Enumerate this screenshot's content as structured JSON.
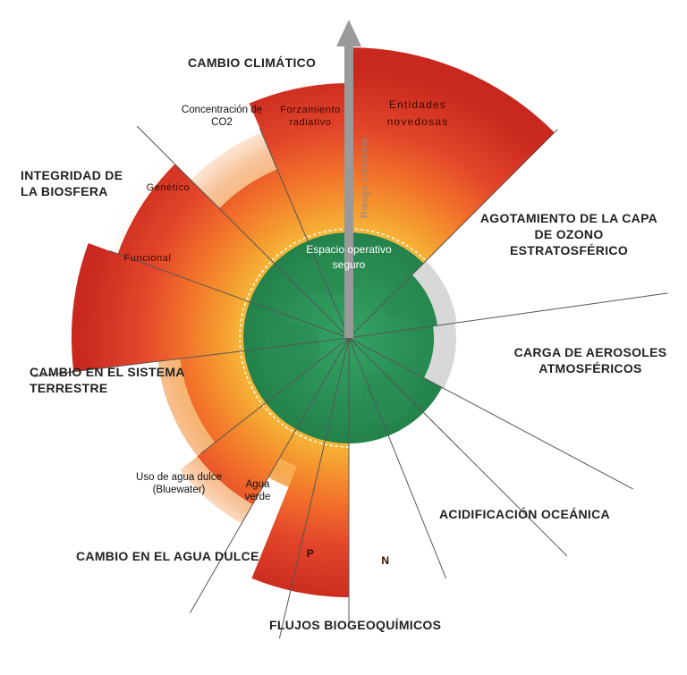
{
  "center": {
    "label_line1": "Espacio operativo",
    "label_line2": "seguro"
  },
  "arrow_label": "Riesgo creciente",
  "categories": {
    "climate": "CAMBIO CLIMÁTICO",
    "biosphere_1": "INTEGRIDAD DE",
    "biosphere_2": "LA BIOSFERA",
    "land_1": "CAMBIO EN EL SISTEMA",
    "land_2": "TERRESTRE",
    "freshwater": "CAMBIO EN EL AGUA DULCE",
    "biogeo": "FLUJOS BIOGEOQUÍMICOS",
    "ocean": "ACIDIFICACIÓN OCEÁNICA",
    "aerosols_1": "CARGA DE AEROSOLES",
    "aerosols_2": "ATMOSFÉRICOS",
    "ozone_1": "AGOTAMIENTO DE LA CAPA",
    "ozone_2": "DE OZONO",
    "ozone_3": "ESTRATOSFÉRICO"
  },
  "segment_labels": {
    "co2_1": "Concentración de",
    "co2_2": "CO2",
    "forcing_1": "Forzamiento",
    "forcing_2": "radiativo",
    "novel_1": "Entidades",
    "novel_2": "novedosas",
    "genetic": "Genético",
    "functional": "Funcional",
    "bluewater_1": "Uso de agua dulce",
    "bluewater_2": "(Bluewater)",
    "greenwater_1": "Agua",
    "greenwater_2": "verde",
    "p": "P",
    "n": "N"
  },
  "colors": {
    "safe_green": "#2e9a5a",
    "zone_orange": "#f47a2a",
    "zone_yellow": "#f6b33a",
    "high_risk_red": "#d93a22",
    "not_quantified_grey": "#d6d6d6",
    "arrow_grey": "#9a9a9a"
  }
}
